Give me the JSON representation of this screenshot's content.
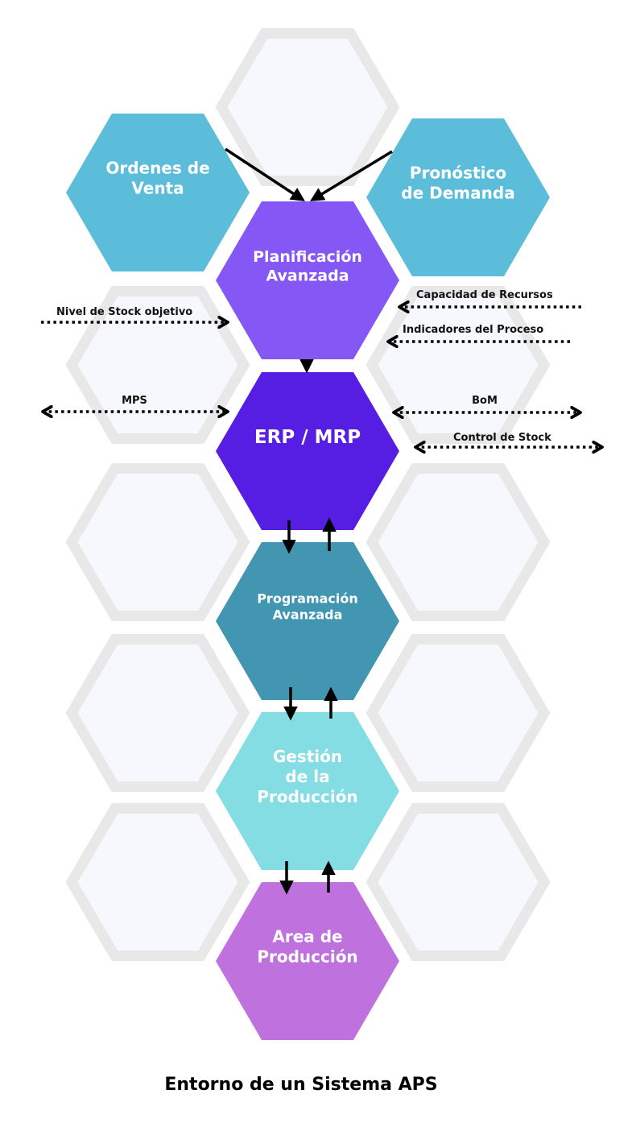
{
  "diagram": {
    "caption": "Entorno de un Sistema APS",
    "colors": {
      "background_hex_fill": "#f7f8fd",
      "background_hex_stroke": "#e8e8e8",
      "arrow": "#000000",
      "label_text": "#ffffff"
    },
    "nodes": {
      "ordenes": {
        "lines": [
          "Ordenes de",
          "Venta"
        ],
        "color": "#5bbdda"
      },
      "pronostico": {
        "lines": [
          "Pronóstico",
          "de Demanda"
        ],
        "color": "#5bbdda"
      },
      "planificacion": {
        "lines": [
          "Planificación",
          "Avanzada"
        ],
        "color": "#8558f5"
      },
      "erp": {
        "lines": [
          "ERP / MRP"
        ],
        "color": "#561de2"
      },
      "programacion": {
        "lines": [
          "Programación",
          "Avanzada"
        ],
        "color": "#4396b1"
      },
      "gestion": {
        "lines": [
          "Gestión",
          "de la",
          "Producción"
        ],
        "color": "#84dde3"
      },
      "area": {
        "lines": [
          "Area de",
          "Producción"
        ],
        "color": "#bf72de"
      }
    },
    "flows": {
      "nivel_stock": "Nivel de Stock objetivo",
      "mps": "MPS",
      "capacidad": "Capacidad de Recursos",
      "indicadores": "Indicadores del Proceso",
      "bom": "BoM",
      "control_stock": "Control de Stock"
    }
  }
}
